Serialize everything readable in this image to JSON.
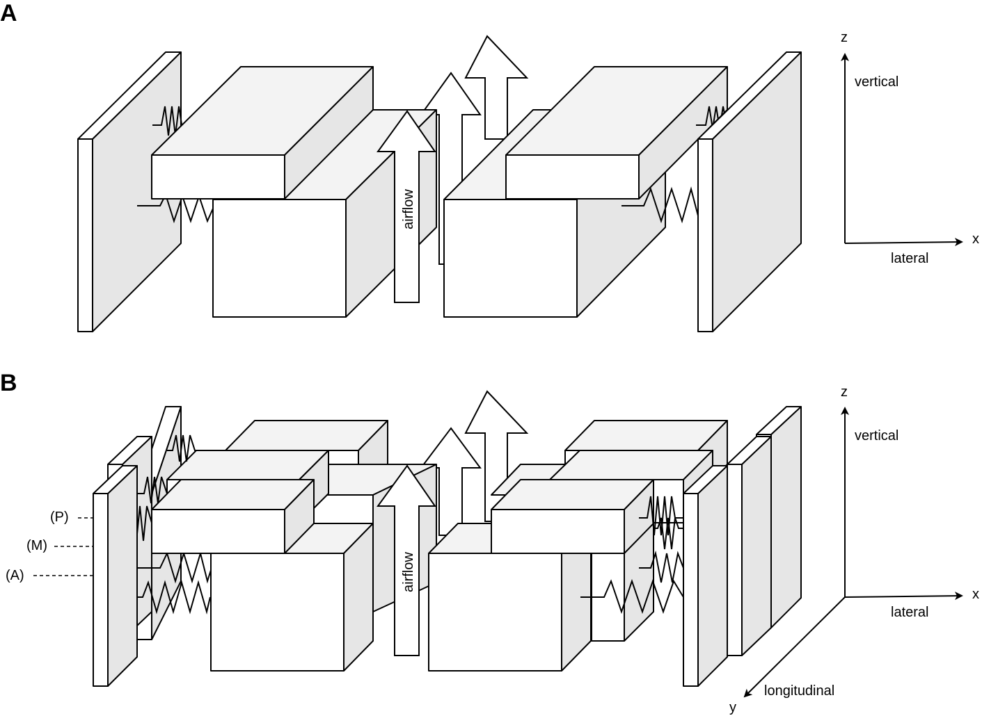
{
  "panels": [
    {
      "label": "A",
      "airflow_label": "airflow",
      "axes": {
        "z": "z",
        "x": "x",
        "vertical": "vertical",
        "lateral": "lateral"
      }
    },
    {
      "label": "B",
      "airflow_label": "airflow",
      "axes": {
        "z": "z",
        "x": "x",
        "y": "y",
        "vertical": "vertical",
        "lateral": "lateral",
        "longitudinal": "longitudinal"
      },
      "layers": [
        "(P)",
        "(M)",
        "(A)"
      ]
    }
  ]
}
